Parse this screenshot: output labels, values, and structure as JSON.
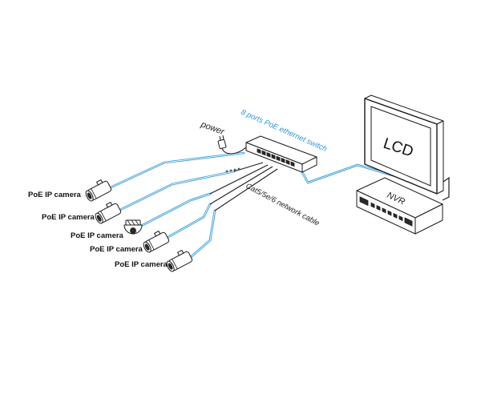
{
  "diagram": {
    "switch_label": "8 ports PoE ethernet switch",
    "power_label": "power",
    "cable_label": "Cat5/5e/6 network cable",
    "monitor_label": "LCD",
    "recorder_label": "NVR",
    "camera_labels": [
      "PoE IP camera",
      "PoE IP camera",
      "PoE IP camera",
      "PoE IP camera",
      "PoE IP camera"
    ]
  },
  "colors": {
    "cable": "#2b95d6",
    "outline": "#1a1a1a",
    "background": "#ffffff"
  }
}
